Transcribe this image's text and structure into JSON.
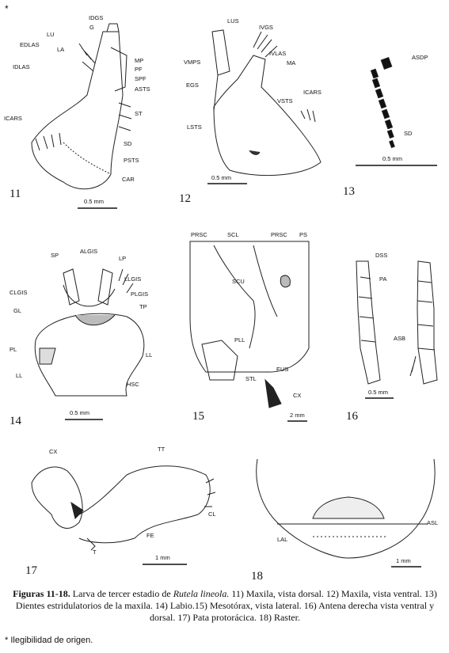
{
  "corner_mark": "*",
  "figures": [
    {
      "number": "11",
      "scale": "0.5 mm",
      "labels": [
        "IDGS",
        "G",
        "LU",
        "EDLAS",
        "LA",
        "IDLAS",
        "MP",
        "PF",
        "SPF",
        "ASTS",
        "ST",
        "ICARS",
        "SD",
        "PSTS",
        "CAR"
      ]
    },
    {
      "number": "12",
      "scale": "0.5 mm",
      "labels": [
        "LUS",
        "IVGS",
        "VMPS",
        "IVLAS",
        "MA",
        "EGS",
        "ICARS",
        "VSTS",
        "LSTS"
      ]
    },
    {
      "number": "13",
      "scale": "0.5 mm",
      "labels": [
        "ASDP",
        "SD"
      ]
    },
    {
      "number": "14",
      "scale": "0.5 mm",
      "labels": [
        "ALGIS",
        "SP",
        "LP",
        "LLGIS",
        "CLGIS",
        "PLGIS",
        "TP",
        "GL",
        "PL",
        "LL",
        "LL",
        "HSC"
      ]
    },
    {
      "number": "15",
      "scale": "2 mm",
      "labels": [
        "PRSC",
        "SCL",
        "PRSC",
        "PS",
        "SCU",
        "PLL",
        "EUS",
        "STL",
        "CX"
      ]
    },
    {
      "number": "16",
      "scale": "0.5 mm",
      "labels": [
        "DSS",
        "PA",
        "ASB"
      ]
    },
    {
      "number": "17",
      "scale": "1 mm",
      "labels": [
        "CX",
        "TT",
        "CL",
        "FE",
        "T"
      ]
    },
    {
      "number": "18",
      "scale": "1 mm",
      "labels": [
        "ASL",
        "LAL"
      ]
    }
  ],
  "caption": {
    "bold": "Figuras 11-18.",
    "text1": " Larva de tercer estadio de ",
    "italic": "Rutela lineola.",
    "text2": " 11) Maxila, vista dorsal. 12) Maxila, vista ventral. 13) Dientes estridulatorios de la maxila. 14) Labio.15) Mesotórax, vista lateral. 16) Antena derecha vista ventral y dorsal. 17) Pata protorácica. 18) Raster."
  },
  "footnote": "*  Ilegibilidad de origen."
}
